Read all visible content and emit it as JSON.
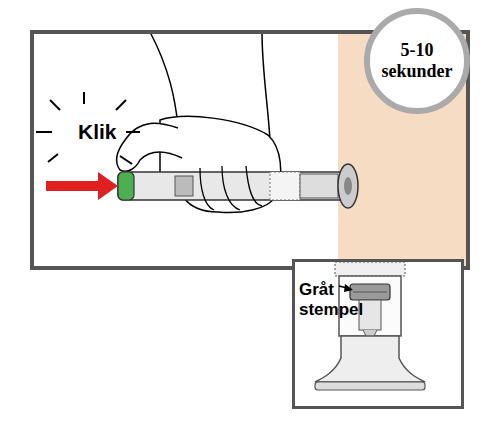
{
  "diagram": {
    "nodes": [
      {
        "text": [
          "Klik"
        ]
      },
      {
        "text": [
          "5-10 sekunder"
        ]
      },
      {
        "text": [
          "Gråt stempel"
        ]
      }
    ],
    "labels": []
  }
}
